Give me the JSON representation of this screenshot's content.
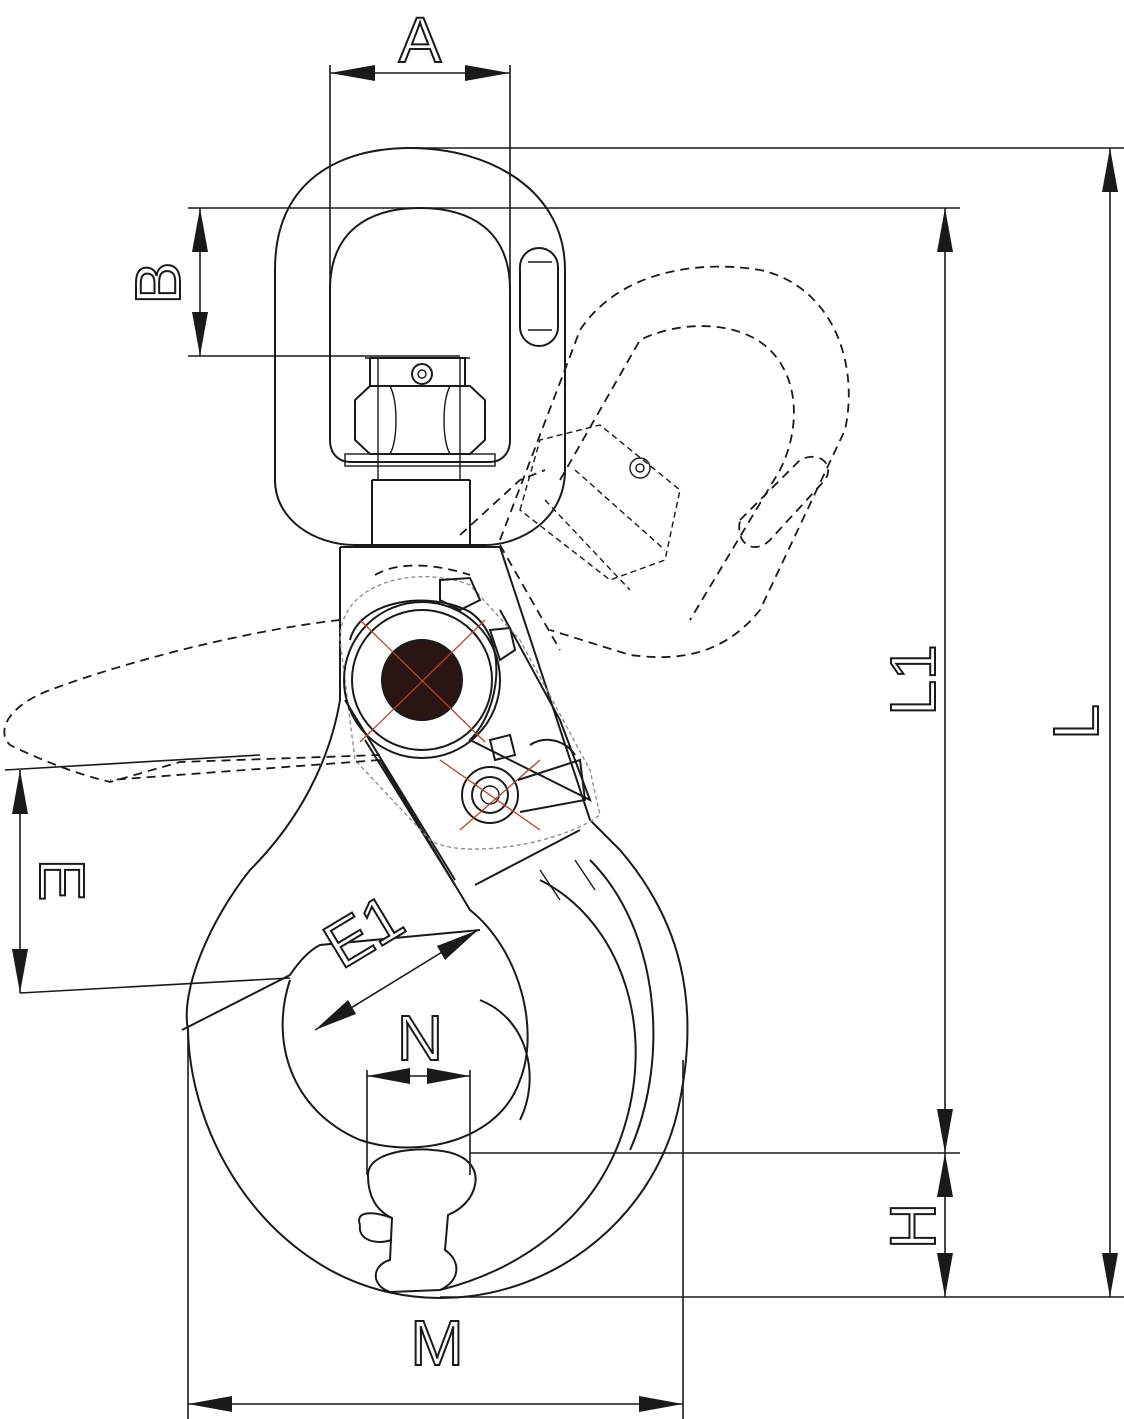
{
  "diagram": {
    "labels": {
      "A": "A",
      "B": "B",
      "L1": "L1",
      "L": "L",
      "E": "E",
      "E1": "E1",
      "N": "N",
      "H": "H",
      "M": "M"
    },
    "colors": {
      "line": "#1a1a1a",
      "construction": "#b0462a",
      "latch_outline": "#8a8f99",
      "pin": "#2a1414"
    }
  }
}
